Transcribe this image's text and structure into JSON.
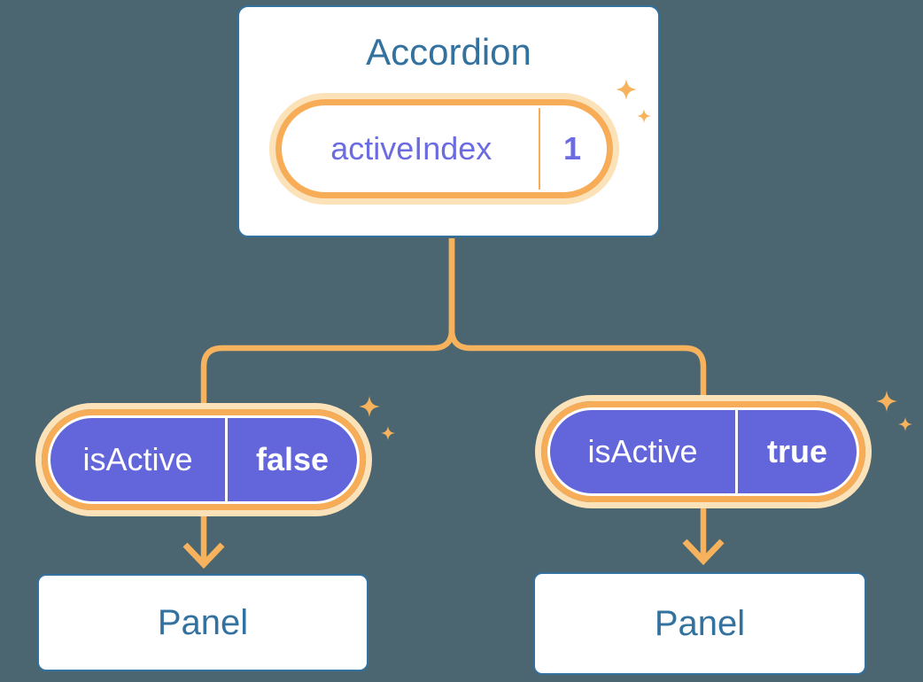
{
  "diagram": {
    "root": {
      "title": "Accordion",
      "state": {
        "name": "activeIndex",
        "value": "1"
      }
    },
    "children": [
      {
        "prop_name": "isActive",
        "prop_value": "false",
        "label": "Panel"
      },
      {
        "prop_name": "isActive",
        "prop_value": "true",
        "label": "Panel"
      }
    ]
  },
  "icons": {
    "sparkle": "four-point-sparkle"
  },
  "colors": {
    "background": "#4B6670",
    "card_fill": "#FFFFFF",
    "card_border_blue": "#33719F",
    "heading_text_blue": "#33719F",
    "pill_purple_fill": "#6366DB",
    "pill_purple_text": "#6B6BE2",
    "pill_orange_ring": "#F7AD58",
    "pill_cream_halo": "#FCE2B8",
    "connector_orange": "#F6B25C",
    "pill_text_on_purple": "#FFFFFF"
  }
}
